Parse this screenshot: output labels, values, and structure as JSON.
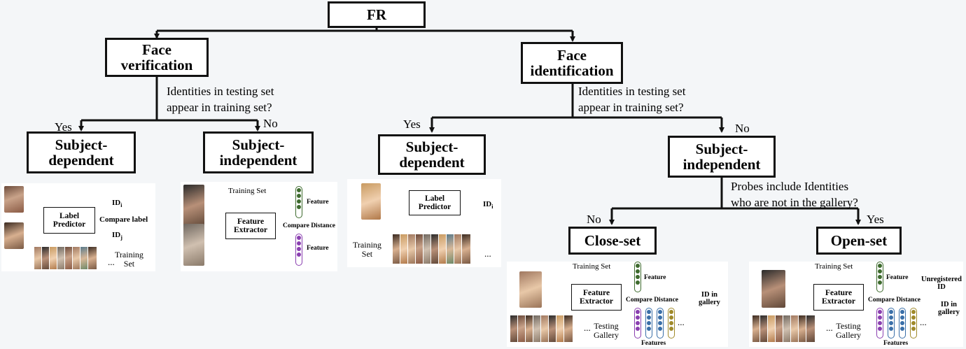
{
  "root": {
    "label": "FR"
  },
  "verification": {
    "label_line1": "Face",
    "label_line2": "verification",
    "question_line1": "Identities in testing set",
    "question_line2": "appear in training set?",
    "yes": "Yes",
    "no": "No",
    "dependent": {
      "line1": "Subject-",
      "line2": "dependent",
      "predictor": [
        "Label",
        "Predictor"
      ],
      "id_i": "ID",
      "id_i_sub": "i",
      "compare": "Compare label",
      "id_j": "ID",
      "id_j_sub": "j",
      "dots": "...",
      "training": [
        "Training",
        "Set"
      ]
    },
    "independent": {
      "line1": "Subject-",
      "line2": "independent",
      "training_set": "Training Set",
      "extractor": [
        "Feature",
        "Extractor"
      ],
      "feature_top": "Feature",
      "compare": "Compare Distance",
      "feature_bottom": "Feature"
    }
  },
  "identification": {
    "label_line1": "Face",
    "label_line2": "identification",
    "question_line1": "Identities in testing set",
    "question_line2": "appear in training set?",
    "yes": "Yes",
    "no": "No",
    "dependent": {
      "line1": "Subject-",
      "line2": "dependent",
      "predictor": [
        "Label",
        "Predictor"
      ],
      "id_i": "ID",
      "id_i_sub": "i",
      "dots": "...",
      "training": [
        "Training",
        "Set"
      ]
    },
    "independent": {
      "line1": "Subject-",
      "line2": "independent",
      "question_line1": "Probes include Identities",
      "question_line2": "who are not in the gallery?",
      "no": "No",
      "yes": "Yes"
    },
    "close_set": {
      "label": "Close-set",
      "training_set": "Training Set",
      "extractor": [
        "Feature",
        "Extractor"
      ],
      "feature": "Feature",
      "compare": "Compare Distance",
      "result": [
        "ID in",
        "gallery"
      ],
      "features": "Features",
      "gallery": [
        "Testing",
        "Gallery"
      ],
      "dots": "..."
    },
    "open_set": {
      "label": "Open-set",
      "training_set": "Training Set",
      "extractor": [
        "Feature",
        "Extractor"
      ],
      "feature": "Feature",
      "compare": "Compare Distance",
      "unregistered": [
        "Unregistered",
        "ID"
      ],
      "result": [
        "ID in",
        "gallery"
      ],
      "features": "Features",
      "gallery": [
        "Testing",
        "Gallery"
      ],
      "dots": "..."
    }
  },
  "colors": {
    "feature_green": "#3e6b2e",
    "feature_purple": "#8a3fb0",
    "feature_blue": "#3a6fa8",
    "feature_olive": "#a08a2a"
  }
}
